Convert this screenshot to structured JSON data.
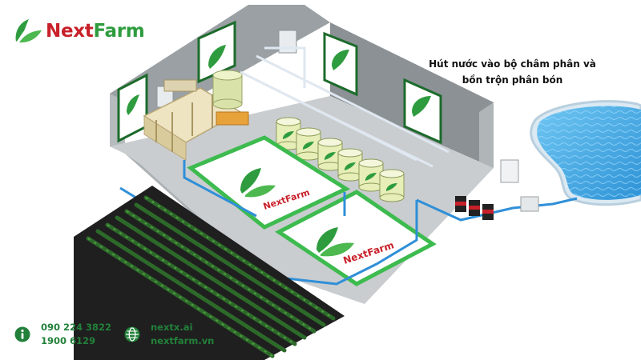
{
  "brand": {
    "name_part1": "Next",
    "name_part2": "Farm",
    "logo_icon": "leaf-logo-icon",
    "colors": {
      "red": "#c8202a",
      "green": "#2e9c3e"
    }
  },
  "caption": {
    "line1": "Hút nước vào bộ châm phân và",
    "line2": "bồn trộn phân bón"
  },
  "scene": {
    "floor_sign_1": "NextFarm",
    "floor_sign_2": "NextFarm",
    "tank_count": 6,
    "pump_count": 3
  },
  "footer": {
    "phone_icon": "info-icon",
    "phone1": "090 224 3822",
    "phone2": "1900 6129",
    "web_icon": "globe-icon",
    "site1": "nextx.ai",
    "site2": "nextfarm.vn",
    "accent": "#22803a"
  }
}
